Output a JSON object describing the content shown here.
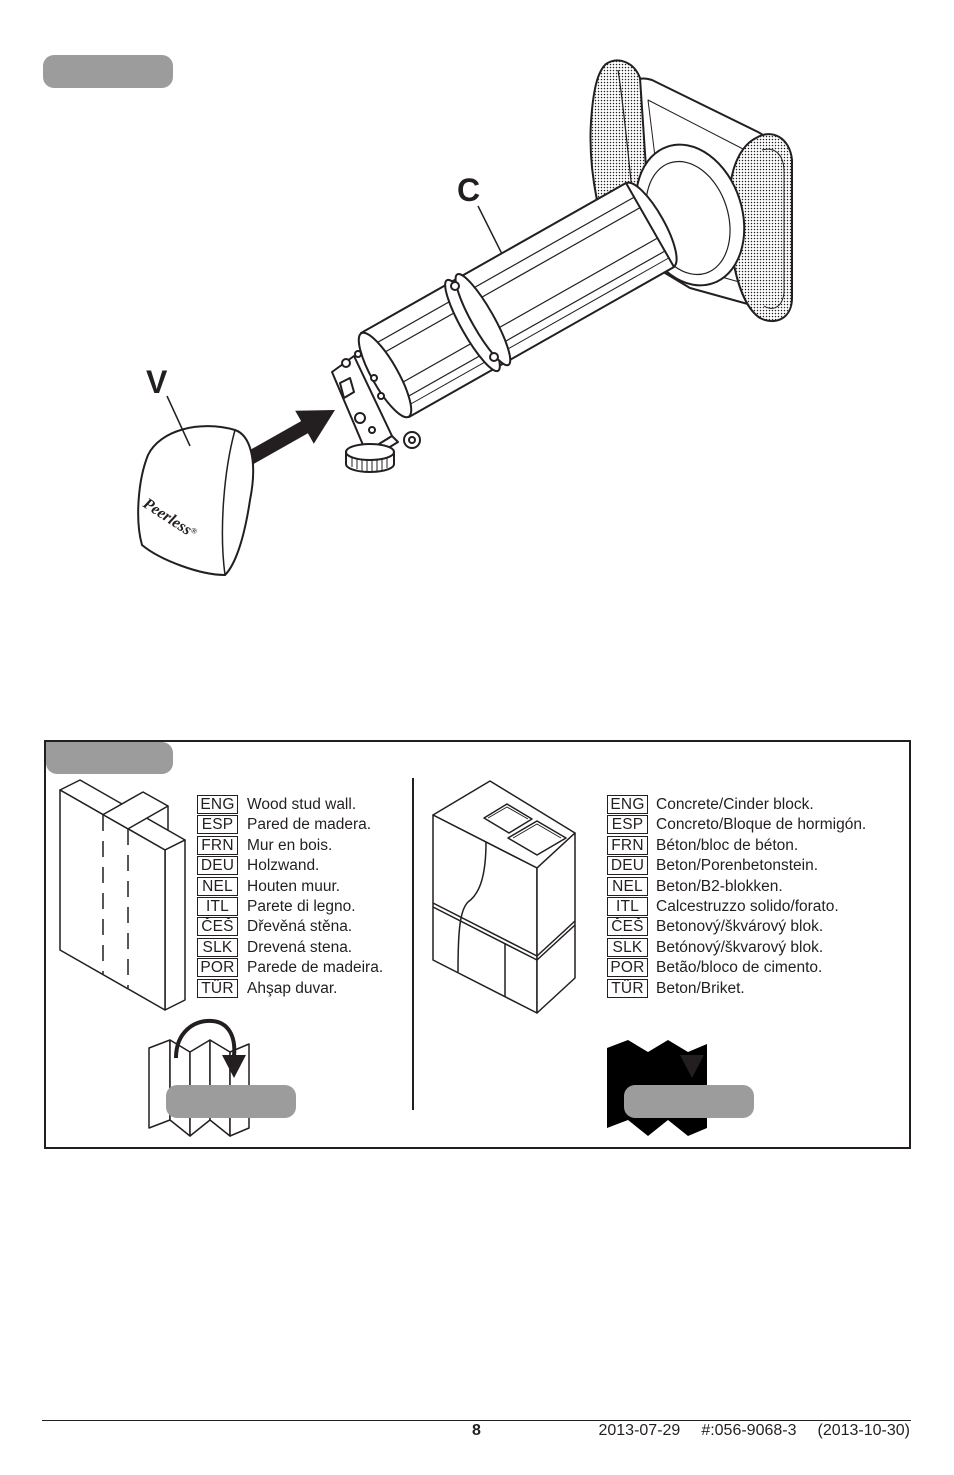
{
  "illustration": {
    "callout_c": "C",
    "callout_v": "V",
    "logo_text": "Peerless",
    "logo_mark": "®"
  },
  "wall_types": [
    {
      "rows": [
        {
          "code": "ENG",
          "text": "Wood stud wall."
        },
        {
          "code": "ESP",
          "text": "Pared de madera."
        },
        {
          "code": "FRN",
          "text": "Mur en bois."
        },
        {
          "code": "DEU",
          "text": "Holzwand."
        },
        {
          "code": "NEL",
          "text": "Houten muur."
        },
        {
          "code": "ITL",
          "text": "Parete di legno."
        },
        {
          "code": "ČEŠ",
          "text": "Dřevěná stěna."
        },
        {
          "code": "SLK",
          "text": "Drevená stena."
        },
        {
          "code": "POR",
          "text": "Parede de madeira."
        },
        {
          "code": "TÜR",
          "text": "Ahşap duvar."
        }
      ]
    },
    {
      "rows": [
        {
          "code": "ENG",
          "text": "Concrete/Cinder block."
        },
        {
          "code": "ESP",
          "text": "Concreto/Bloque de hormigón."
        },
        {
          "code": "FRN",
          "text": "Béton/bloc de béton."
        },
        {
          "code": "DEU",
          "text": "Beton/Porenbetonstein."
        },
        {
          "code": "NEL",
          "text": "Beton/B2-blokken."
        },
        {
          "code": "ITL",
          "text": "Calcestruzzo solido/forato."
        },
        {
          "code": "ČEŠ",
          "text": "Betonový/škvárový blok."
        },
        {
          "code": "SLK",
          "text": "Betónový/škvarový blok."
        },
        {
          "code": "POR",
          "text": "Betão/bloco de cimento."
        },
        {
          "code": "TÜR",
          "text": "Beton/Briket."
        }
      ]
    }
  ],
  "footer": {
    "page_number": "8",
    "date": "2013-07-29",
    "doc_number": "#:056-9068-3",
    "revision": "(2013-10-30)"
  },
  "icons": [
    "arrow-icon",
    "page-turn-icon"
  ],
  "colors": {
    "label_pill": "#9c9c9d",
    "ink": "#231f20"
  }
}
